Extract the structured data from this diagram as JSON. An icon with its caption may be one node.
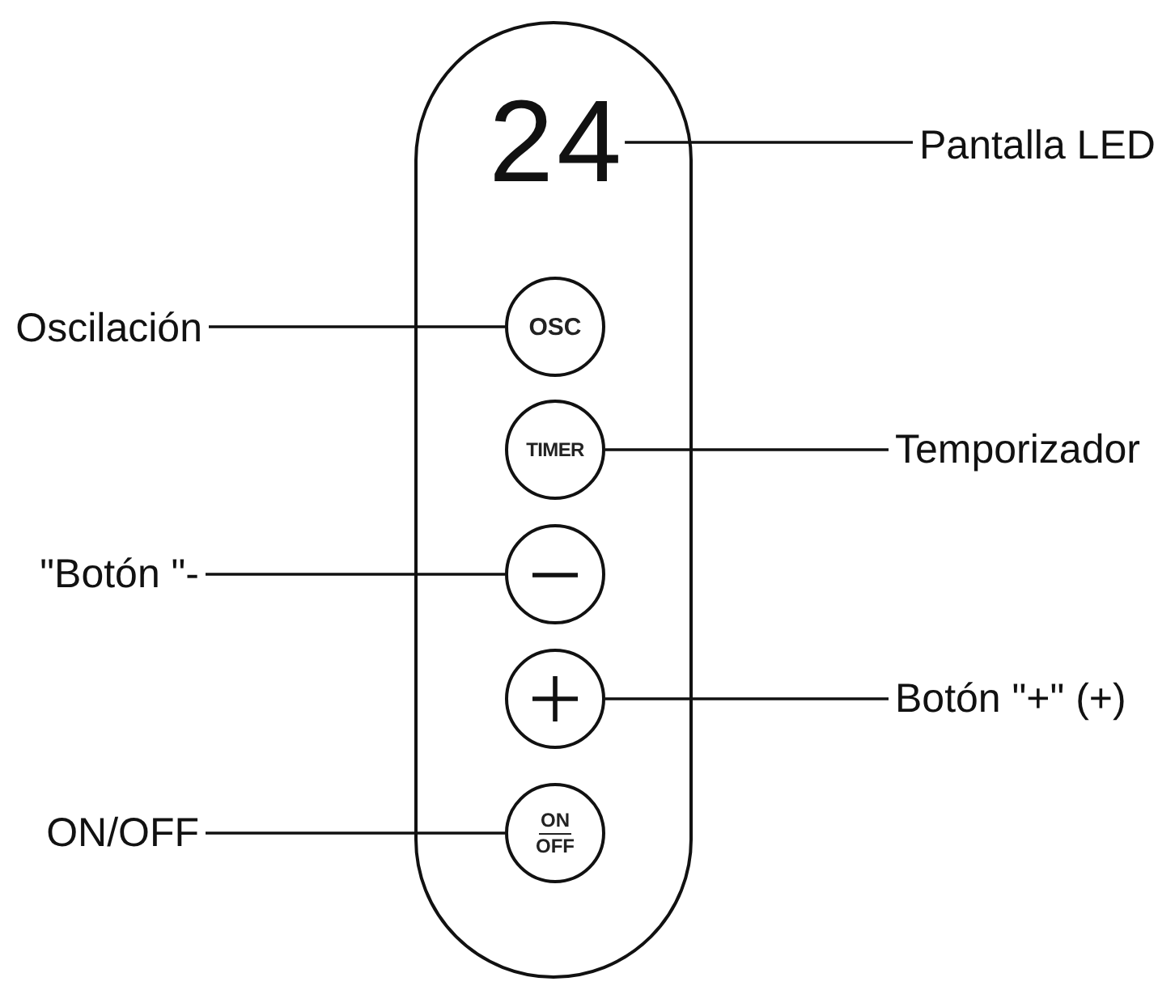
{
  "diagram": {
    "nodes": [
      {
        "text": [],
        "shape": "box"
      },
      {
        "text": [
          "24"
        ],
        "in": 0
      },
      {
        "text": [
          "OSC"
        ],
        "in": 0
      },
      {
        "text": [
          "TIMER"
        ],
        "in": 0
      },
      {
        "text": [],
        "shape": "circle",
        "in": 0
      },
      {
        "text": [],
        "shape": "circle",
        "in": 0
      },
      {
        "text": [
          "ON",
          "OFF"
        ],
        "in": 0
      },
      {
        "text": [
          "Pantalla LED"
        ]
      },
      {
        "text": [
          "Oscilación"
        ]
      },
      {
        "text": [
          "Temporizador"
        ]
      },
      {
        "text": [
          "\"Botón \"-"
        ]
      },
      {
        "text": [
          "Botón \"+\" (+)"
        ]
      },
      {
        "text": [
          "ON/OFF"
        ]
      }
    ],
    "edges": [
      {
        "from": 7,
        "to": 1,
        "arrow": "none"
      },
      {
        "from": 8,
        "to": 2,
        "arrow": "none"
      },
      {
        "from": 9,
        "to": 3,
        "arrow": "none"
      },
      {
        "from": 10,
        "to": 4,
        "arrow": "none"
      },
      {
        "from": 11,
        "to": 5,
        "arrow": "none"
      },
      {
        "from": 12,
        "to": 6,
        "arrow": "none"
      }
    ]
  }
}
